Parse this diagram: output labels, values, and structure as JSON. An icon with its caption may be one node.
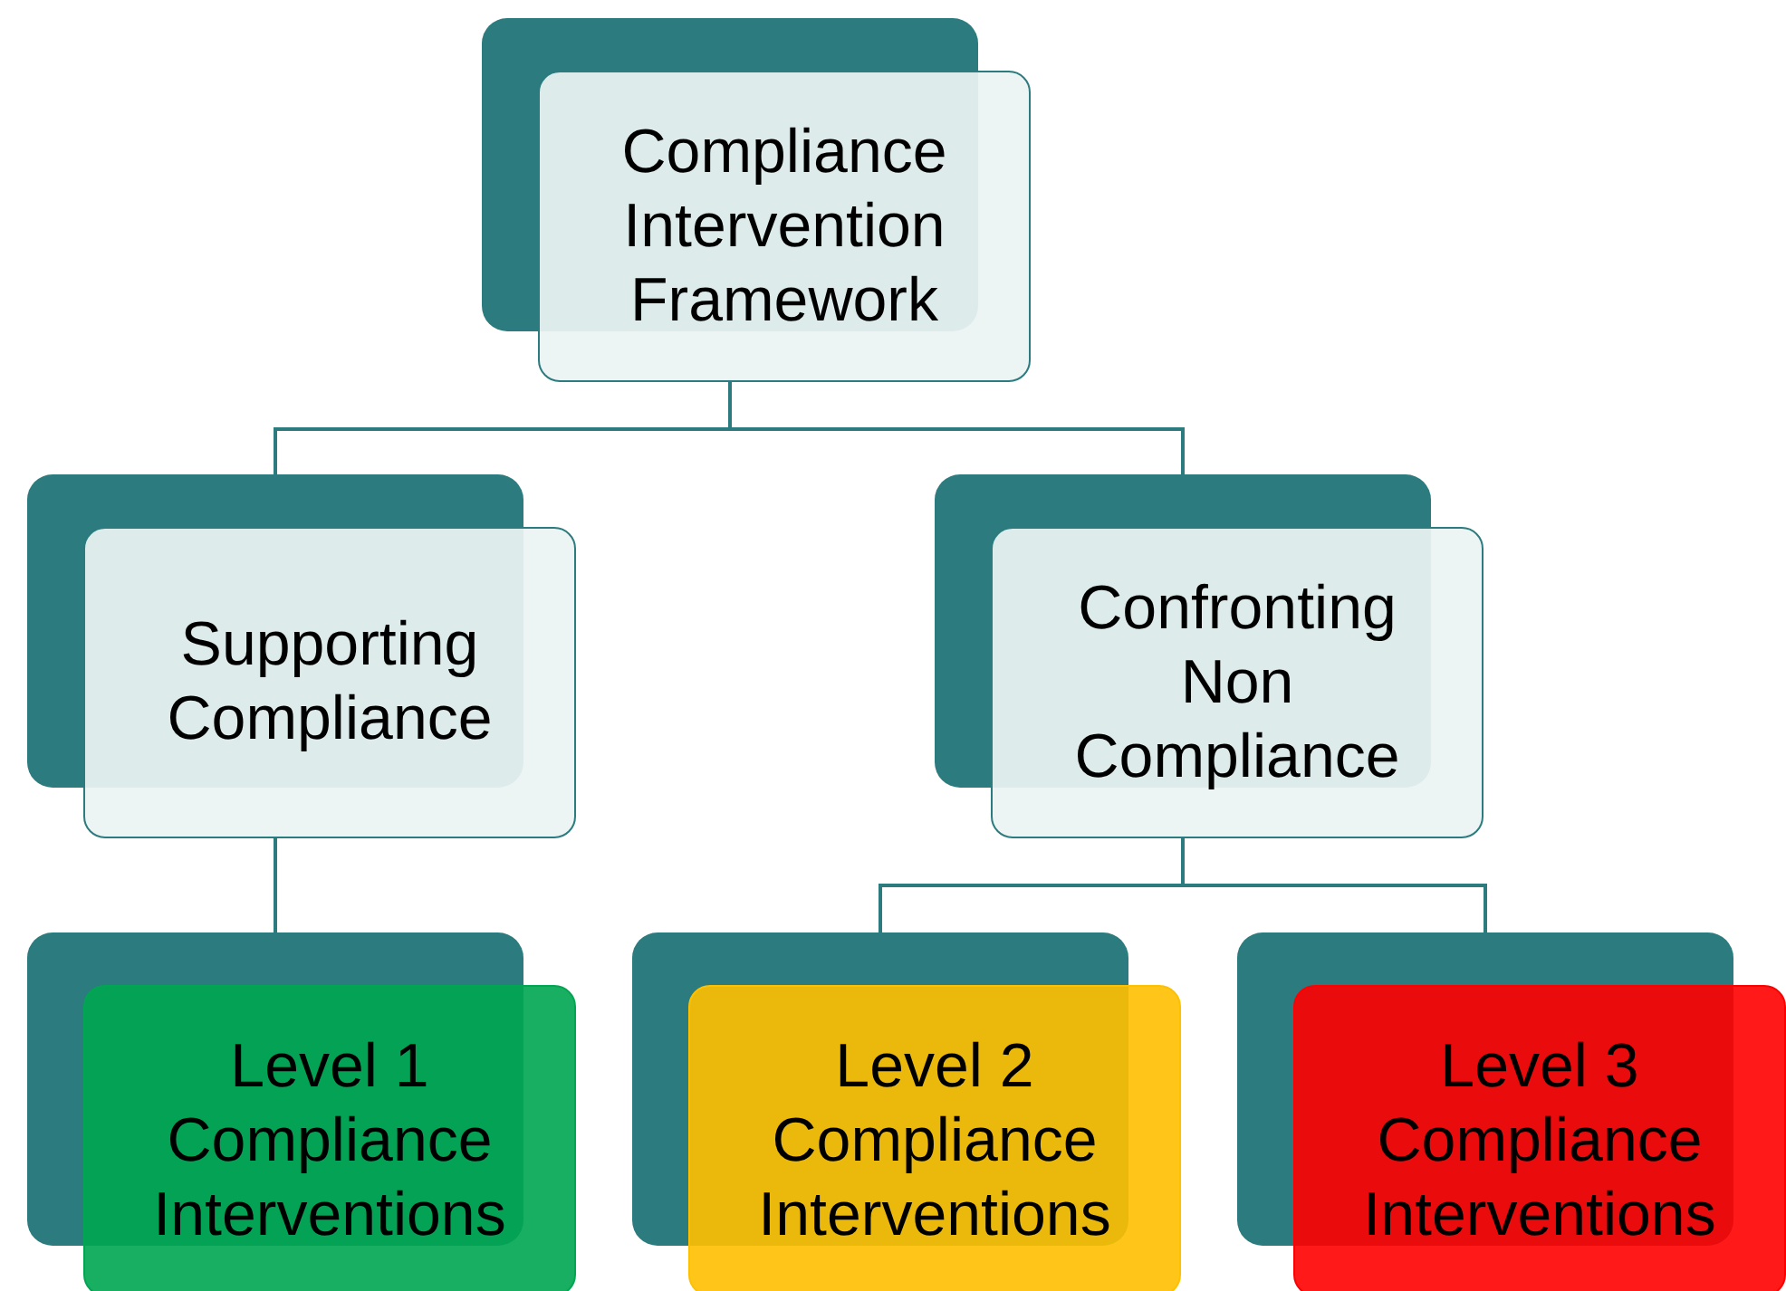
{
  "diagram": {
    "nodes": [
      {
        "text": [
          "Compliance Intervention Framework"
        ]
      },
      {
        "text": [
          "Supporting Compliance"
        ]
      },
      {
        "text": [
          "Confronting Non Compliance"
        ]
      },
      {
        "text": [
          "Level 1 Compliance Interventions"
        ]
      },
      {
        "text": [
          "Level 2 Compliance Interventions"
        ]
      },
      {
        "text": [
          "Level 3 Compliance Interventions"
        ]
      }
    ],
    "edges": [
      {
        "from": 0,
        "to": 1,
        "arrow": "none"
      },
      {
        "from": 0,
        "to": 2,
        "arrow": "none"
      },
      {
        "from": 1,
        "to": 3,
        "arrow": "none"
      },
      {
        "from": 2,
        "to": 4,
        "arrow": "none"
      },
      {
        "from": 2,
        "to": 5,
        "arrow": "none"
      }
    ]
  }
}
